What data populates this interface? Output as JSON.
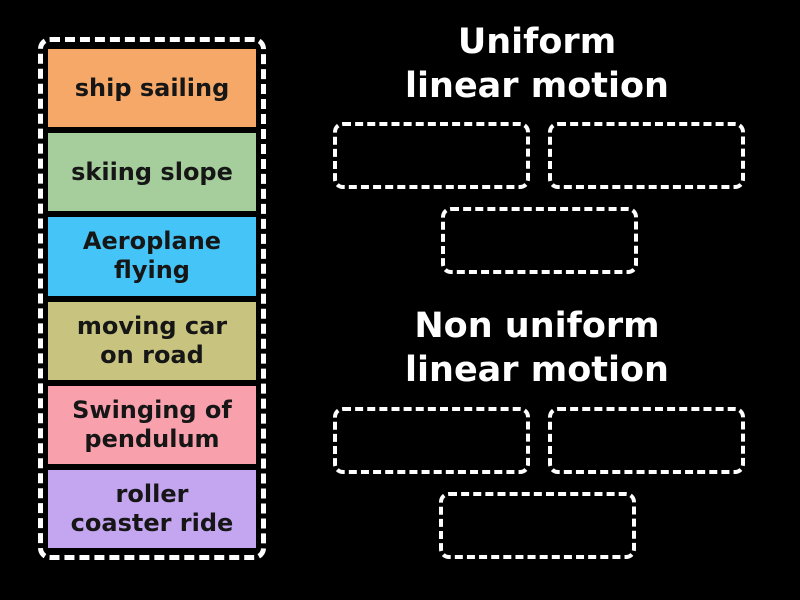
{
  "background_color": "#000000",
  "border_color": "#ffffff",
  "tile_text_color": "#161616",
  "header_text_color": "#ffffff",
  "source_panel": {
    "items": [
      {
        "label": "ship sailing",
        "lines": [
          "ship sailing"
        ],
        "color": "#F5A868"
      },
      {
        "label": "skiing slope",
        "lines": [
          "skiing slope"
        ],
        "color": "#A6CD9C"
      },
      {
        "label": "Aeroplane flying",
        "lines": [
          "Aeroplane",
          "flying"
        ],
        "color": "#45C4F7"
      },
      {
        "label": "moving car on road",
        "lines": [
          "moving car",
          "on road"
        ],
        "color": "#C8C47F"
      },
      {
        "label": "Swinging of pendulum",
        "lines": [
          "Swinging of",
          "pendulum"
        ],
        "color": "#F9A0AD"
      },
      {
        "label": "roller coaster ride",
        "lines": [
          "roller",
          "coaster ride"
        ],
        "color": "#C4A5F0"
      }
    ]
  },
  "groups": [
    {
      "title": "Uniform linear motion",
      "title_lines": [
        "Uniform",
        "linear motion"
      ],
      "empty_slots": 3
    },
    {
      "title": "Non uniform linear motion",
      "title_lines": [
        "Non uniform",
        "linear motion"
      ],
      "empty_slots": 3
    }
  ]
}
